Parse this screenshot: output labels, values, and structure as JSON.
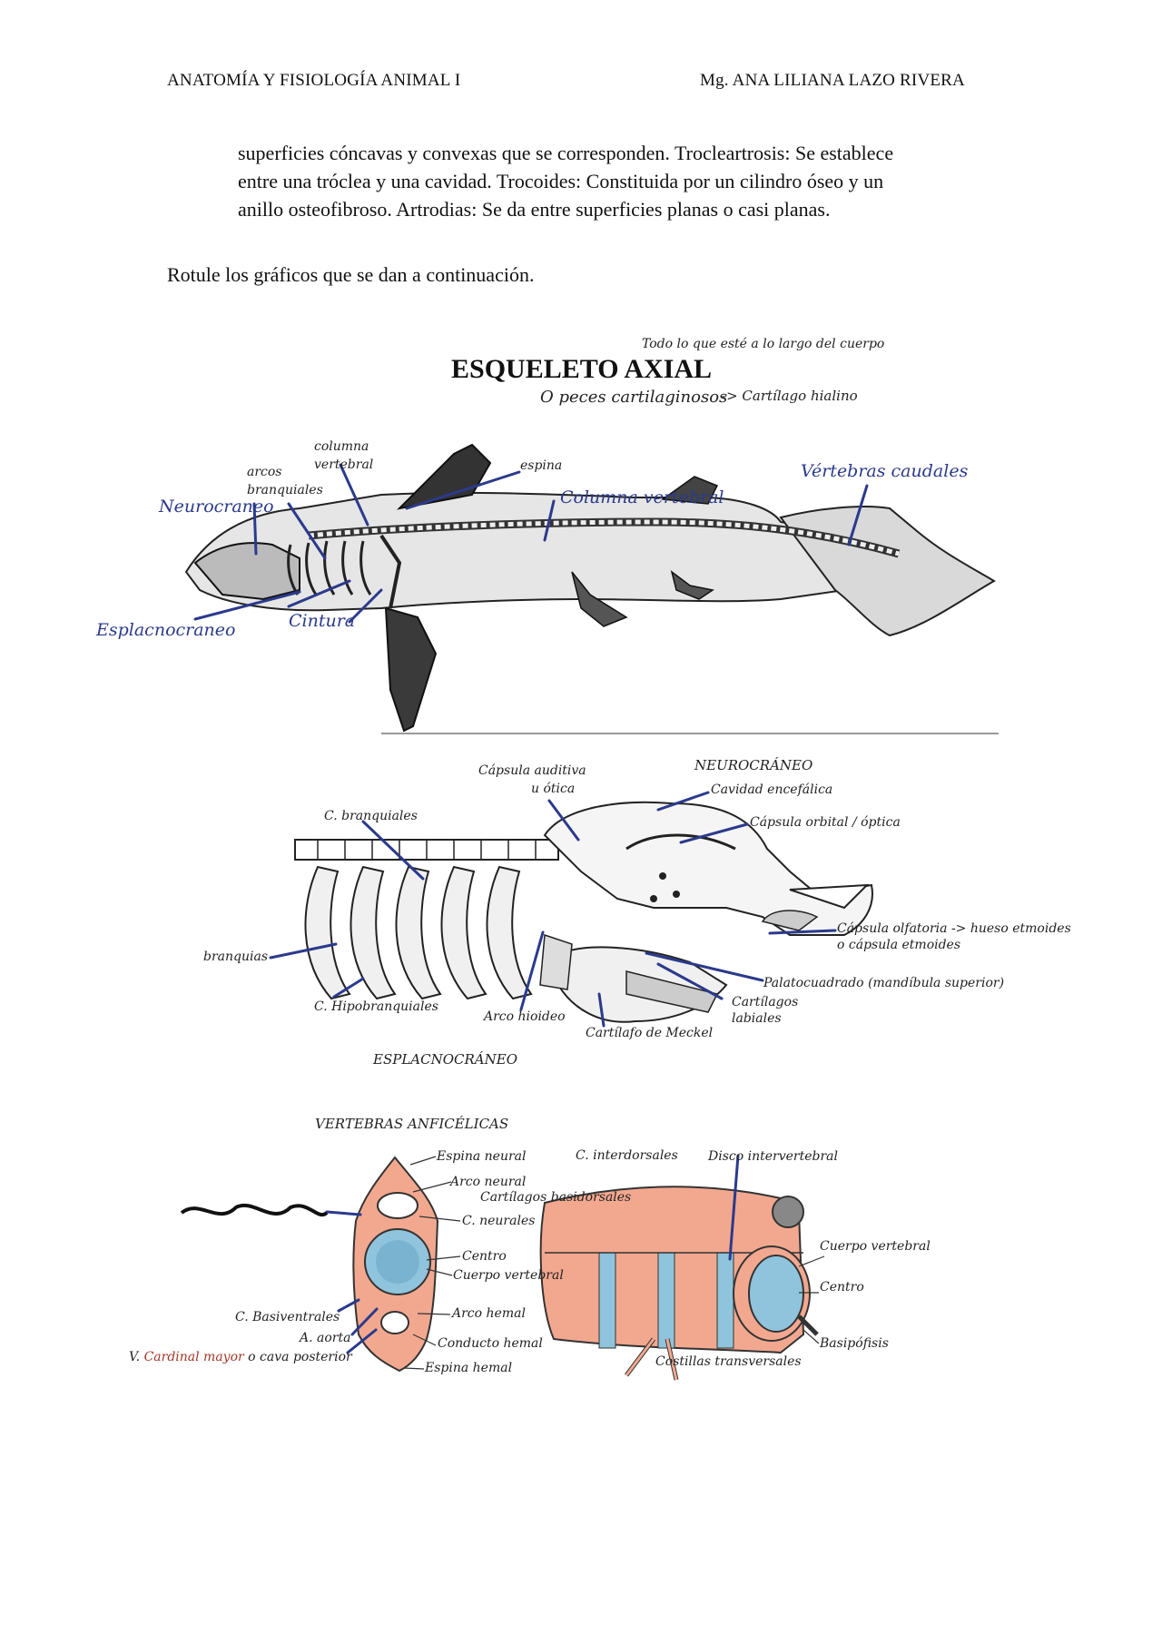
{
  "header": {
    "left": "ANATOMÍA Y FISIOLOGÍA ANIMAL I",
    "right": "Mg. ANA LILIANA LAZO RIVERA"
  },
  "body": {
    "line1": "superficies cóncavas y convexas que se corresponden. Trocleartrosis: Se establece",
    "line2": "entre una tróclea y una cavidad. Trocoides: Constituida por un cilindro óseo y un",
    "line3": "anillo osteofibroso. Artrodias: Se da entre superficies planas o casi planas.",
    "instruction": "Rotule los gráficos que se dan a continuación."
  },
  "figure1": {
    "note_top": "Todo lo que esté a lo largo del cuerpo",
    "title": "ESQUELETO AXIAL",
    "subtitle": "O peces cartilaginosos",
    "subtitle_arrow": "-> Cartílago hialino",
    "labels": {
      "columna_small_1": "columna",
      "columna_small_2": "vertebral",
      "arcos_1": "arcos",
      "arcos_2": "branquiales",
      "espina": "espina",
      "vertebras_caudales": "Vértebras caudales",
      "columna_vertebral": "Columna vertebral",
      "neurocraneo": "Neurocraneo",
      "esplacnocraneo": "Esplacnocraneo",
      "cintura": "Cintura"
    }
  },
  "figure2": {
    "neurocraneo": "NEUROCRÁNEO",
    "capsula_auditiva_1": "Cápsula auditiva",
    "capsula_auditiva_2": "u ótica",
    "cavidad": "Cavidad encefálica",
    "capsula_orbital": "Cápsula orbital / óptica",
    "c_branquiales": "C. branquiales",
    "capsula_olfatoria_1": "Cápsula olfatoria -> hueso etmoides",
    "capsula_olfatoria_2": "o cápsula etmoides",
    "branquias": "branquias",
    "palatocuadrado": "Palatocuadrado (mandíbula superior)",
    "cartilagos_labiales_1": "Cartílagos",
    "cartilagos_labiales_2": "labiales",
    "c_hipobranquiales": "C. Hipobranquiales",
    "arco_hioideo": "Arco hioideo",
    "cartilago_meckel": "Cartílafo de Meckel",
    "esplacnocraneo": "ESPLACNOCRÁNEO"
  },
  "figure3": {
    "title": "VERTEBRAS ANFICÉLICAS",
    "espina_neural": "Espina neural",
    "arco_neural": "Arco neural",
    "cartilagos_basidorsales": "Cartílagos basidorsales",
    "c_neurales": "C. neurales",
    "centro": "Centro",
    "cuerpo_vertebral": "Cuerpo vertebral",
    "arco_hemal": "Arco hemal",
    "c_basiventrales": "C. Basiventrales",
    "a_aorta": "A. aorta",
    "conducto_hemal": "Conducto hemal",
    "v_prefix": "V. ",
    "cardinal_mayor": "Cardinal mayor",
    "cava_posterior": " o cava posterior",
    "espina_hemal": "Espina hemal",
    "c_interdorsales": "C. interdorsales",
    "disco_intervertebral": "Disco intervertebral",
    "cuerpo_vertebral_r": "Cuerpo vertebral",
    "centro_r": "Centro",
    "basipofisis": "Basipófisis",
    "costillas_transversales": "Costillas transversales"
  },
  "colors": {
    "annotation_blue": "#2b3a8c",
    "vertebra_fill": "#f2a88f",
    "centrum_blue": "#8fc4dc",
    "cardinal_red": "#a0382a"
  }
}
